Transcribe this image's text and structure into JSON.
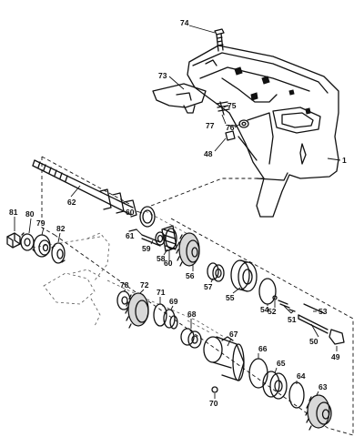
{
  "callouts": {
    "c1": "1",
    "c48": "48",
    "c49": "49",
    "c50": "50",
    "c51": "51",
    "c52": "52",
    "c53": "53",
    "c54": "54",
    "c55": "55",
    "c56": "56",
    "c57": "57",
    "c58": "58",
    "c59": "59",
    "c60a": "60",
    "c60b": "60",
    "c61": "61",
    "c62": "62",
    "c63": "63",
    "c64": "64",
    "c65": "65",
    "c66": "66",
    "c67": "67",
    "c68": "68",
    "c69": "69",
    "c70": "70",
    "c71": "71",
    "c72": "72",
    "c73": "73",
    "c74": "74",
    "c75": "75",
    "c76": "76",
    "c77": "77",
    "c78": "78",
    "c79": "79",
    "c80": "80",
    "c81": "81",
    "c82": "82"
  }
}
